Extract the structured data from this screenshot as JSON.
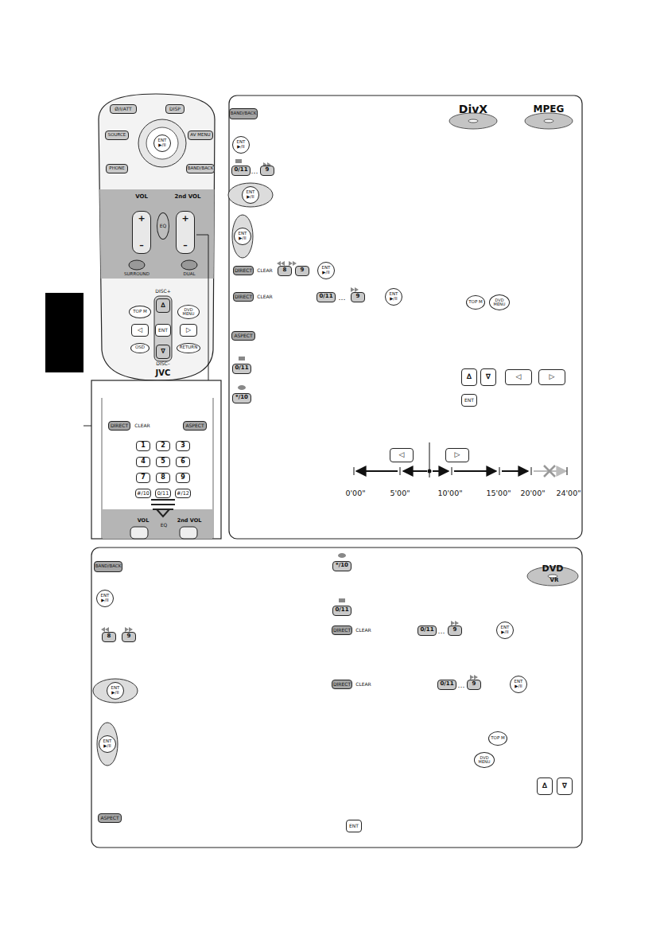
{
  "diagram": {
    "nodes": [
      {
        "text": [
          "Ø/I/ATT"
        ]
      },
      {
        "text": [
          "DISP"
        ]
      },
      {
        "text": [
          "SOURCE"
        ]
      },
      {
        "text": [
          "AV MENU"
        ]
      },
      {
        "text": [
          "ENT ▶/II"
        ]
      },
      {
        "text": [
          "PHONE"
        ]
      },
      {
        "text": [
          "BAND/BACK"
        ]
      },
      {
        "text": [
          "+",
          "–"
        ]
      },
      {
        "text": [
          "EQ"
        ]
      },
      {
        "text": [
          "+",
          "–"
        ]
      },
      {
        "text": [
          "TOP M"
        ]
      },
      {
        "text": [
          "DVD MENU"
        ]
      },
      {
        "text": [
          "∆"
        ]
      },
      {
        "text": [
          "◁"
        ]
      },
      {
        "text": [
          "ENT"
        ]
      },
      {
        "text": [
          "▷"
        ]
      },
      {
        "text": [
          "OSD"
        ]
      },
      {
        "text": [
          "RETURN"
        ]
      },
      {
        "text": [
          "∇"
        ]
      },
      {
        "text": [
          "DIRECT"
        ]
      },
      {
        "text": [
          "ASPECT"
        ]
      },
      {
        "text": [
          "1"
        ]
      },
      {
        "text": [
          "2"
        ]
      },
      {
        "text": [
          "3"
        ]
      },
      {
        "text": [
          "4"
        ]
      },
      {
        "text": [
          "5"
        ]
      },
      {
        "text": [
          "6"
        ]
      },
      {
        "text": [
          "7"
        ]
      },
      {
        "text": [
          "8"
        ]
      },
      {
        "text": [
          "9"
        ]
      },
      {
        "text": [
          "#/10"
        ]
      },
      {
        "text": [
          "0/11"
        ]
      },
      {
        "text": [
          "#/12"
        ]
      },
      {
        "text": [
          "BAND/BACK"
        ]
      },
      {
        "text": [
          "ENT ▶/II"
        ]
      },
      {
        "text": [
          "0/11"
        ]
      },
      {
        "text": [
          "9"
        ]
      },
      {
        "text": [
          "ENT ▶/II"
        ]
      },
      {
        "text": [
          "ENT ▶/II"
        ]
      },
      {
        "text": [
          "DIRECT"
        ]
      },
      {
        "text": [
          "8"
        ]
      },
      {
        "text": [
          "9"
        ]
      },
      {
        "text": [
          "ENT ▶/II"
        ]
      },
      {
        "text": [
          "DIRECT"
        ]
      },
      {
        "text": [
          "0/11"
        ]
      },
      {
        "text": [
          "9"
        ]
      },
      {
        "text": [
          "ENT ▶/II"
        ]
      },
      {
        "text": [
          "TOP M"
        ]
      },
      {
        "text": [
          "DVD MENU"
        ]
      },
      {
        "text": [
          "ASPECT"
        ]
      },
      {
        "text": [
          "0/11"
        ]
      },
      {
        "text": [
          "*/10"
        ]
      },
      {
        "text": [
          "∆"
        ]
      },
      {
        "text": [
          "∇"
        ]
      },
      {
        "text": [
          "◁"
        ]
      },
      {
        "text": [
          "▷"
        ]
      },
      {
        "text": [
          "ENT"
        ]
      },
      {
        "text": [
          "◁"
        ]
      },
      {
        "text": [
          "▷"
        ]
      },
      {
        "text": [
          "BAND/BACK"
        ]
      },
      {
        "text": [
          "ENT ▶/II"
        ]
      },
      {
        "text": [
          "8"
        ]
      },
      {
        "text": [
          "9"
        ]
      },
      {
        "text": [
          "ENT ▶/II"
        ]
      },
      {
        "text": [
          "ENT ▶/II"
        ]
      },
      {
        "text": [
          "ASPECT"
        ]
      },
      {
        "text": [
          "*/10"
        ]
      },
      {
        "text": [
          "0/11"
        ]
      },
      {
        "text": [
          "DIRECT"
        ]
      },
      {
        "text": [
          "0/11"
        ]
      },
      {
        "text": [
          "9"
        ]
      },
      {
        "text": [
          "ENT ▶/II"
        ]
      },
      {
        "text": [
          "DIRECT"
        ]
      },
      {
        "text": [
          "0/11"
        ]
      },
      {
        "text": [
          "9"
        ]
      },
      {
        "text": [
          "ENT ▶/II"
        ]
      },
      {
        "text": [
          "TOP M"
        ]
      },
      {
        "text": [
          "DVD MENU"
        ]
      },
      {
        "text": [
          "∆"
        ]
      },
      {
        "text": [
          "∇"
        ]
      },
      {
        "text": [
          "ENT"
        ]
      }
    ],
    "labels": [
      "VOL",
      "2nd VOL",
      "SURROUND",
      "DUAL",
      "DISC+",
      "DISC–",
      "JVC",
      "CLEAR",
      "VOL",
      "2nd VOL",
      "EQ",
      "…",
      "CLEAR",
      "CLEAR",
      "…",
      "0'00\"",
      "5'00\"",
      "10'00\"",
      "15'00\"",
      "20'00\"",
      "24'00\"",
      "DivX",
      "MPEG",
      "CLEAR",
      "…",
      "CLEAR",
      "…",
      "DVD",
      "VR"
    ]
  }
}
